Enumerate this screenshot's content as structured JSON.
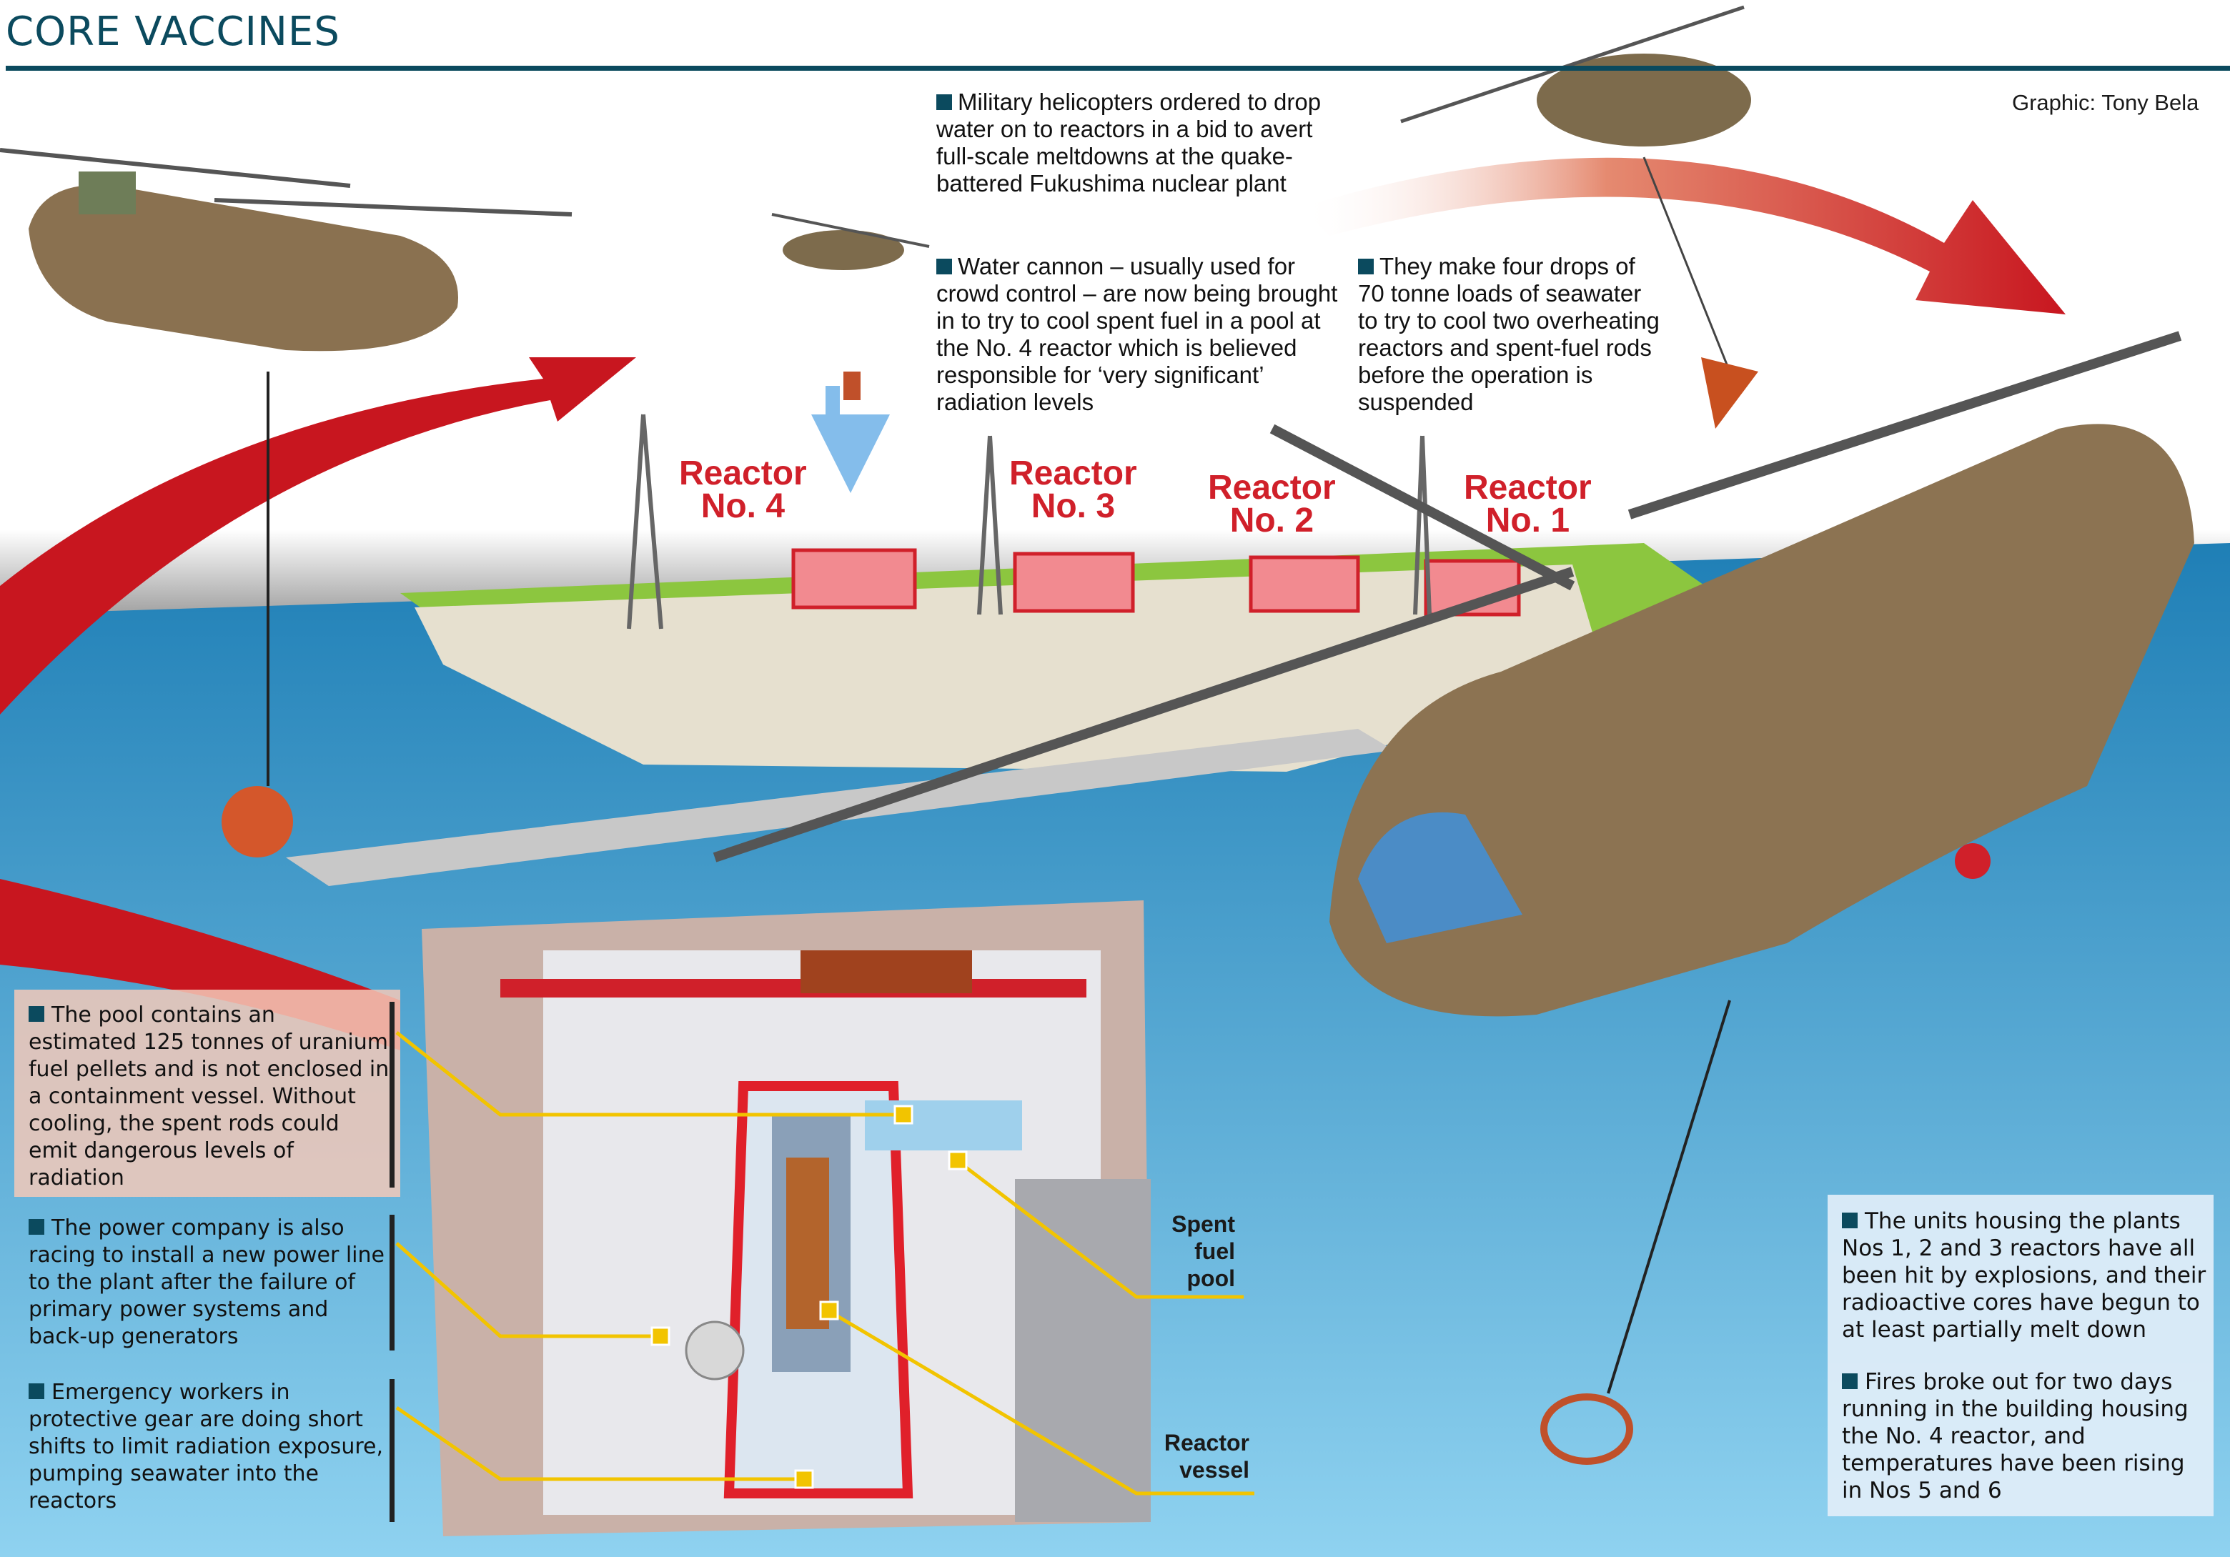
{
  "header": {
    "title": "CORE VACCINES",
    "credit": "Graphic: Tony Bela"
  },
  "top_notes": [
    "Military helicopters ordered to drop  water on to reactors in a bid to avert full-scale meltdowns at the quake-battered Fukushima nuclear plant",
    "Water cannon – usually used for crowd control – are now being brought in to try to cool  spent fuel in a pool at the No. 4 reactor which is believed  responsible for ‘very significant’ radiation levels",
    "They make four drops of 70 tonne loads of seawater to try to cool two overheating reactors and spent-fuel rods before the operation is suspended"
  ],
  "reactors": [
    {
      "label": "Reactor",
      "number": "No. 4"
    },
    {
      "label": "Reactor",
      "number": "No. 3"
    },
    {
      "label": "Reactor",
      "number": "No. 2"
    },
    {
      "label": "Reactor",
      "number": "No. 1"
    }
  ],
  "left_notes": [
    "The pool contains an estimated 125 tonnes of uranium fuel pellets and is not enclosed in a containment vessel. Without cooling, the spent rods could emit dangerous levels of radiation",
    "The power company is also racing to install a new power line to the plant after the failure of primary power systems and back-up generators",
    "Emergency workers in protective gear are doing short shifts to limit radiation exposure, pumping seawater into the reactors"
  ],
  "callouts": {
    "spent_fuel_pool": [
      "Spent",
      "fuel",
      "pool"
    ],
    "reactor_vessel": [
      "Reactor",
      "vessel"
    ]
  },
  "right_notes": [
    "The units housing the plants Nos  1, 2 and 3 reactors have all been hit by explosions, and their radioactive cores have begun to at least partially melt down",
    "Fires broke out for two days running in the building housing the No. 4 reactor, and temperatures have been rising in Nos 5 and 6"
  ],
  "colors": {
    "accent": "#0b4a5e",
    "reactor_red": "#d0202a",
    "callout_yellow": "#f2c400",
    "sea": "#3a9fd0"
  }
}
